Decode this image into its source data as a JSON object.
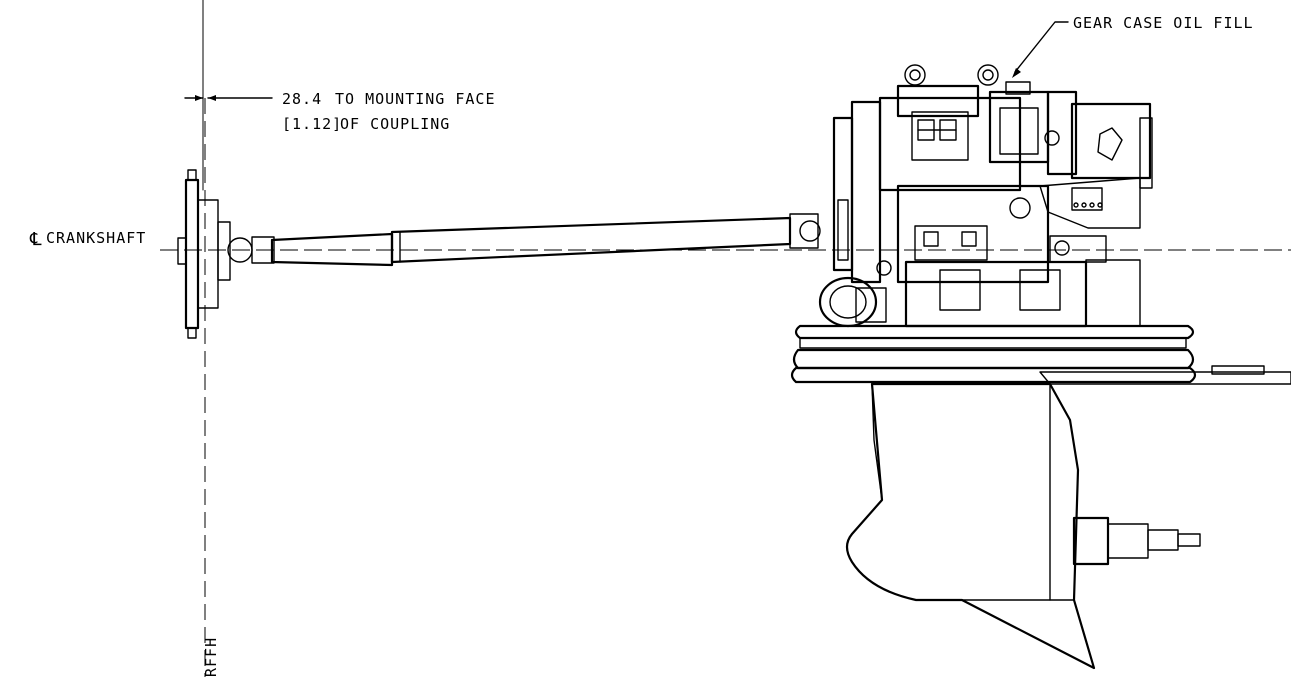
{
  "labels": {
    "gear_case_oil_fill": "GEAR CASE OIL FILL",
    "dim_value": "28.4",
    "dim_to_mounting_face": "TO MOUNTING FACE",
    "dim_inch": "[1.12]",
    "dim_of_coupling": "OF COUPLING",
    "crankshaft_symbol": "℄",
    "crankshaft": "CRANKSHAFT",
    "rffh": "RFFH"
  }
}
